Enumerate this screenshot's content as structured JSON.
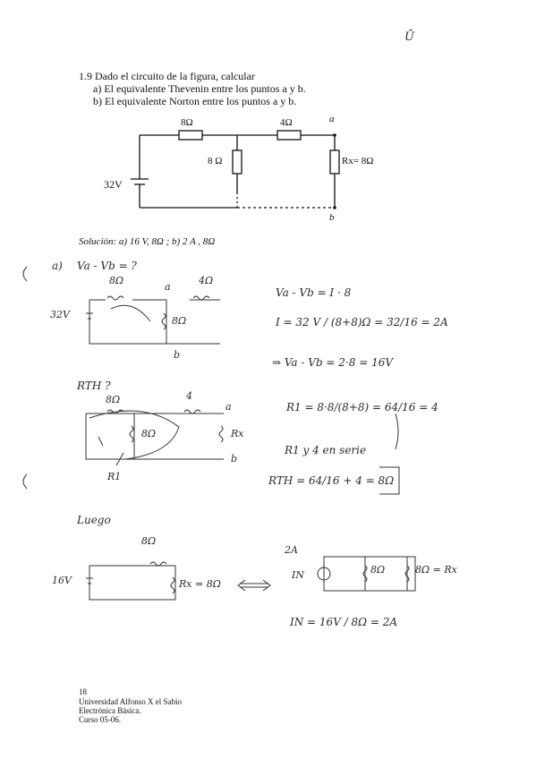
{
  "page_number": "Ū",
  "problem": {
    "title": "1.9  Dado el circuito de la figura, calcular",
    "item_a": "a)   El equivalente Thevenin entre los puntos a y b.",
    "item_b": "b)   El equivalente Norton entre los puntos a y b."
  },
  "circuit": {
    "r1": "8Ω",
    "r2": "4Ω",
    "r3": "8 Ω",
    "rx": "Rx= 8Ω",
    "source": "32V",
    "node_a": "a",
    "node_b": "b"
  },
  "solution": "Solución: a) 16 V, 8Ω ; b) 2 A , 8Ω",
  "handwriting": {
    "part_a": "a)",
    "vab_header": "Va - Vb = ?",
    "c1_r1": "8Ω",
    "c1_r2": "4Ω",
    "c1_a": "a",
    "c1_v": "32V",
    "c1_r3": "8Ω",
    "c1_b": "b",
    "eq1": "Va - Vb = I · 8",
    "eq2": "I = 32 V / (8+8)Ω = 32/16 = 2A",
    "eq3": "⇒ Va - Vb = 2·8 = 16V",
    "rth_label": "RTH ?",
    "c2_r1": "8Ω",
    "c2_r2": "4",
    "c2_a": "a",
    "c2_r3": "8Ω",
    "c2_rx": "Rx",
    "c2_b": "b",
    "c2_r1_label": "R1",
    "eq4": "R1 = 8·8/(8+8) = 64/16 = 4",
    "eq5": "R1 y 4 en serie",
    "eq6": "RTH = 64/16 + 4 = 8Ω",
    "luego": "Luego",
    "c3_r": "8Ω",
    "c3_v": "16V",
    "c3_rx": "Rx = 8Ω",
    "c4_i": "2A",
    "c4_in": "IN",
    "c4_r": "8Ω",
    "c4_rx": "8Ω = Rx",
    "eq7": "IN = 16V / 8Ω = 2A"
  },
  "footer": {
    "page": "18",
    "university": "Universidad Alfonso X el Sabio",
    "course": "Electrónica  Básica.",
    "year": "Curso 05-06."
  }
}
